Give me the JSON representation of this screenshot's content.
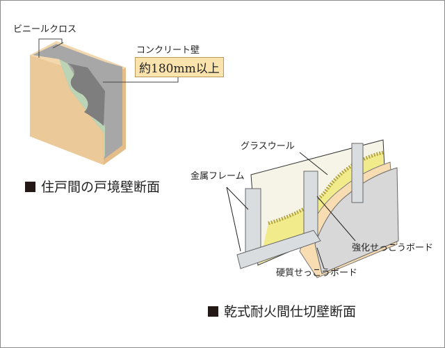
{
  "wall1": {
    "label_vinyl": "ビニールクロス",
    "label_concrete": "コンクリート壁",
    "thickness": "約180mm以上",
    "caption": "住戸間の戸境壁断面"
  },
  "wall2": {
    "label_glasswool": "グラスウール",
    "label_frame": "金属フレーム",
    "label_reinforced_board": "強化せっこうボード",
    "label_hard_board": "硬質せっこうボード",
    "caption": "乾式耐火間仕切壁断面"
  }
}
